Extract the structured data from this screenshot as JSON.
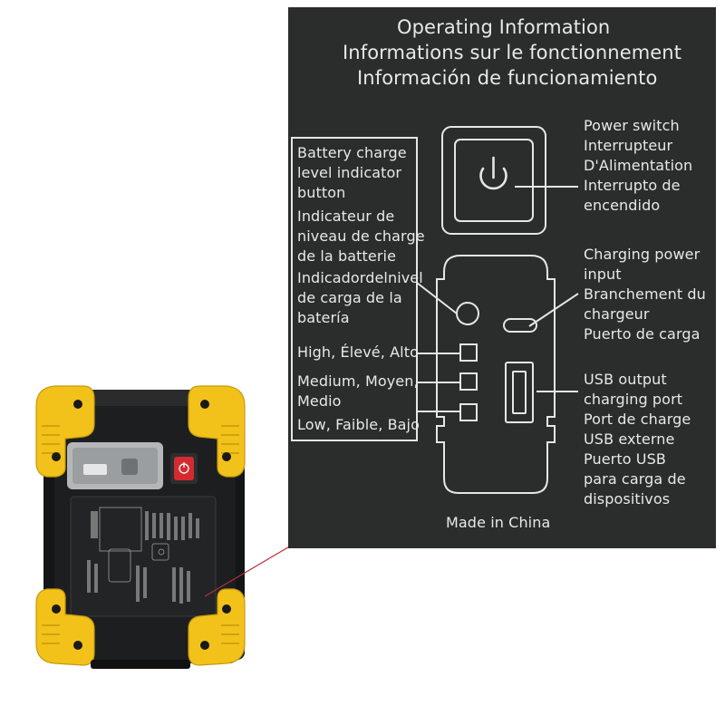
{
  "label": {
    "titles": [
      "Operating Information",
      "Informations sur le fonctionnement",
      "Información de funcionamiento"
    ],
    "battery_indicator_button": [
      [
        "Battery charge",
        "level indicator",
        "button"
      ],
      [
        "Indicateur de",
        "niveau de charge",
        "de la batterie"
      ],
      [
        "Indicadordelnivel",
        "de carga de la",
        "batería"
      ]
    ],
    "levels": [
      [
        "High, Élevé, Alto"
      ],
      [
        "Medium, Moyen,",
        "Medio"
      ],
      [
        "Low, Faible, Bajo"
      ]
    ],
    "power_switch": [
      "Power switch",
      "Interrupteur",
      "D'Alimentation",
      "Interrupto de",
      "encendido"
    ],
    "charging_input": [
      "Charging power",
      "input",
      "Branchement du",
      "chargeur",
      "Puerto de carga"
    ],
    "usb_output": [
      "USB output",
      "charging port",
      "Port de charge",
      "USB externe",
      "Puerto USB",
      "para carga de",
      "dispositivos"
    ],
    "made_in": "Made in China"
  },
  "colors": {
    "label_background": "#2b2c2c",
    "label_text": "#e8e8e8",
    "device_yellow": "#f2c21a",
    "device_body": "#1b1c1e",
    "power_button_red": "#d42a30",
    "callout_line": "#b0303a"
  }
}
